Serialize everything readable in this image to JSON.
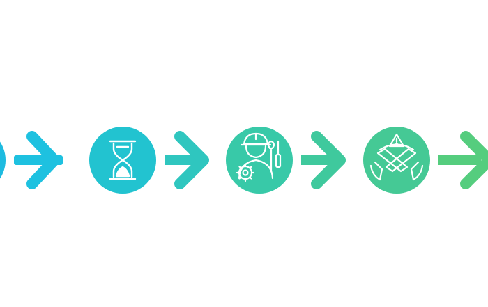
{
  "diagram": {
    "type": "process-flow",
    "steps": [
      {
        "id": "step-1",
        "icon": "partial-circle",
        "color": "#1EBBE0"
      },
      {
        "id": "step-2",
        "icon": "hourglass-icon",
        "color": "#22C3D0"
      },
      {
        "id": "step-3",
        "icon": "engineer-tools-icon",
        "color": "#38C9A8"
      },
      {
        "id": "step-4",
        "icon": "handshake-warning-icon",
        "color": "#45C995"
      }
    ],
    "arrows": [
      {
        "id": "arrow-1",
        "icon": "arrow-right-icon",
        "color": "#1EC1E0"
      },
      {
        "id": "arrow-2",
        "icon": "arrow-right-icon",
        "color": "#2FC6BF"
      },
      {
        "id": "arrow-3",
        "icon": "arrow-right-icon",
        "color": "#3FC99D"
      },
      {
        "id": "arrow-4",
        "icon": "arrow-right-icon",
        "color": "#55CD7E"
      }
    ]
  }
}
